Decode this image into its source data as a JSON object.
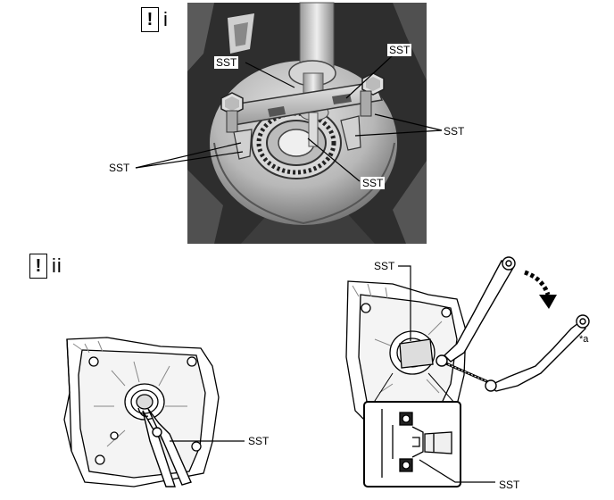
{
  "steps": [
    {
      "marker": "!",
      "number": "i"
    },
    {
      "marker": "!",
      "number": "ii"
    }
  ],
  "labels": {
    "sst": "SST",
    "marker_a": "*a"
  }
}
